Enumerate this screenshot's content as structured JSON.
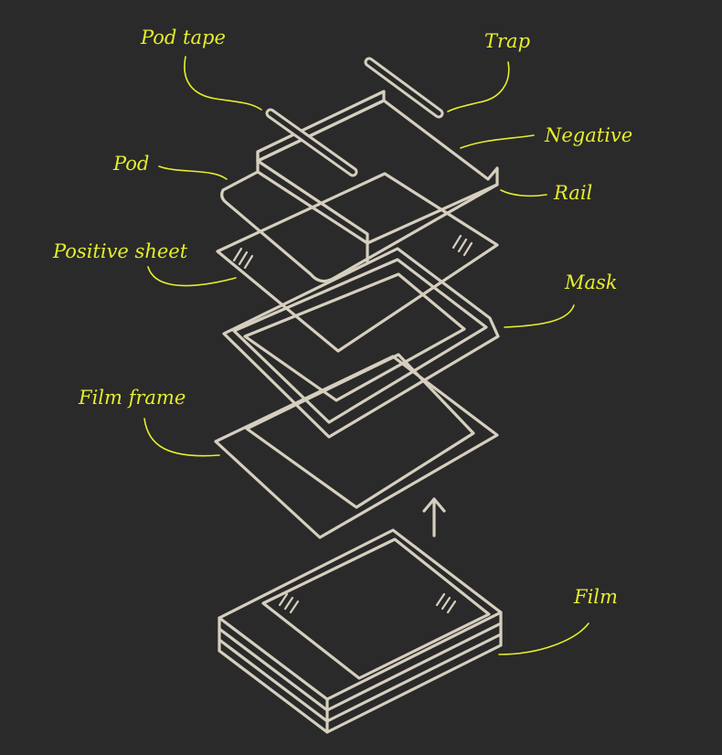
{
  "colors": {
    "background": "#2a2a2a",
    "line_art": "#d6cfbf",
    "label": "#e6ee2c"
  },
  "labels": {
    "pod_tape": "Pod tape",
    "trap": "Trap",
    "negative": "Negative",
    "pod": "Pod",
    "rail": "Rail",
    "positive_sheet": "Positive sheet",
    "mask": "Mask",
    "film_frame": "Film frame",
    "film": "Film"
  }
}
